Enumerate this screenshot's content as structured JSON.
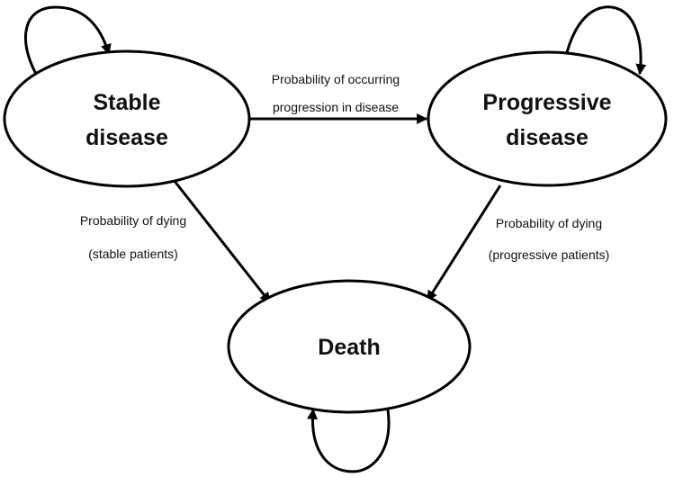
{
  "nodes": {
    "stable": {
      "line1": "Stable",
      "line2": "disease"
    },
    "progressive": {
      "line1": "Progressive",
      "line2": "disease"
    },
    "death": {
      "label": "Death"
    }
  },
  "edges": {
    "progression": {
      "line1": "Probability of occurring",
      "line2": "progression in disease"
    },
    "stable_death": {
      "line1": "Probability of dying",
      "line2": "(stable patients)"
    },
    "progressive_death": {
      "line1": "Probability of dying",
      "line2": "(progressive patients)"
    }
  },
  "colors": {
    "stroke": "#000000",
    "fill": "#ffffff",
    "text": "#111111"
  }
}
